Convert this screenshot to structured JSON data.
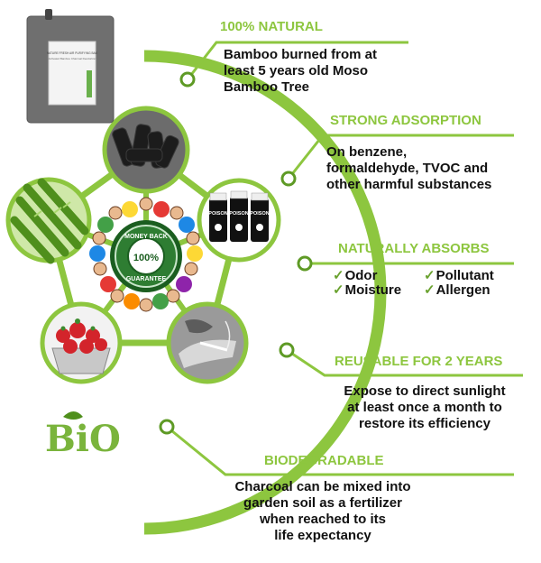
{
  "colors": {
    "accent": "#8dc63f",
    "accent_dark": "#5e9a25",
    "text": "#111111"
  },
  "product_bag": {
    "icon": "charcoal-bag-icon",
    "label_lines": [
      "NATURE FRESH AIR PURIFYING BAG",
      "Activated Bamboo Charcoal Deodorizer"
    ]
  },
  "center_badge": {
    "icon": "money-back-guarantee-badge-icon",
    "top_text": "MONEY BACK",
    "value": "100%",
    "bottom_text": "GUARANTEE"
  },
  "circle_images": [
    {
      "icon": "charcoal-pieces-icon"
    },
    {
      "icon": "poison-bottles-icon",
      "bottle_label": "POISON"
    },
    {
      "icon": "smoking-hand-icon"
    },
    {
      "icon": "strawberries-basket-icon"
    },
    {
      "icon": "bamboo-stalks-icon"
    }
  ],
  "bio_logo": {
    "icon": "bio-logo-icon",
    "text": "BiO"
  },
  "sections": {
    "natural": {
      "heading": "100% NATURAL",
      "lines": [
        "Bamboo burned from at",
        "least 5 years old Moso",
        "Bamboo Tree"
      ]
    },
    "adsorption": {
      "heading": "STRONG ADSORPTION",
      "lines": [
        "On benzene,",
        "formaldehyde, TVOC and",
        "other harmful substances"
      ]
    },
    "absorbs": {
      "heading": "NATURALLY ABSORBS",
      "check_mark": "✓",
      "items": [
        "Odor",
        "Pollutant",
        "Moisture",
        "Allergen"
      ]
    },
    "reusable": {
      "heading": "REUSABLE FOR 2 YEARS",
      "lines": [
        "Expose to direct sunlight",
        "at least once a month to",
        "restore its efficiency"
      ]
    },
    "biodegradable": {
      "heading": "BIODEGRADABLE",
      "lines": [
        "Charcoal can be mixed into",
        "garden soil as a fertilizer",
        "when reached to its",
        "life expectancy"
      ]
    }
  }
}
